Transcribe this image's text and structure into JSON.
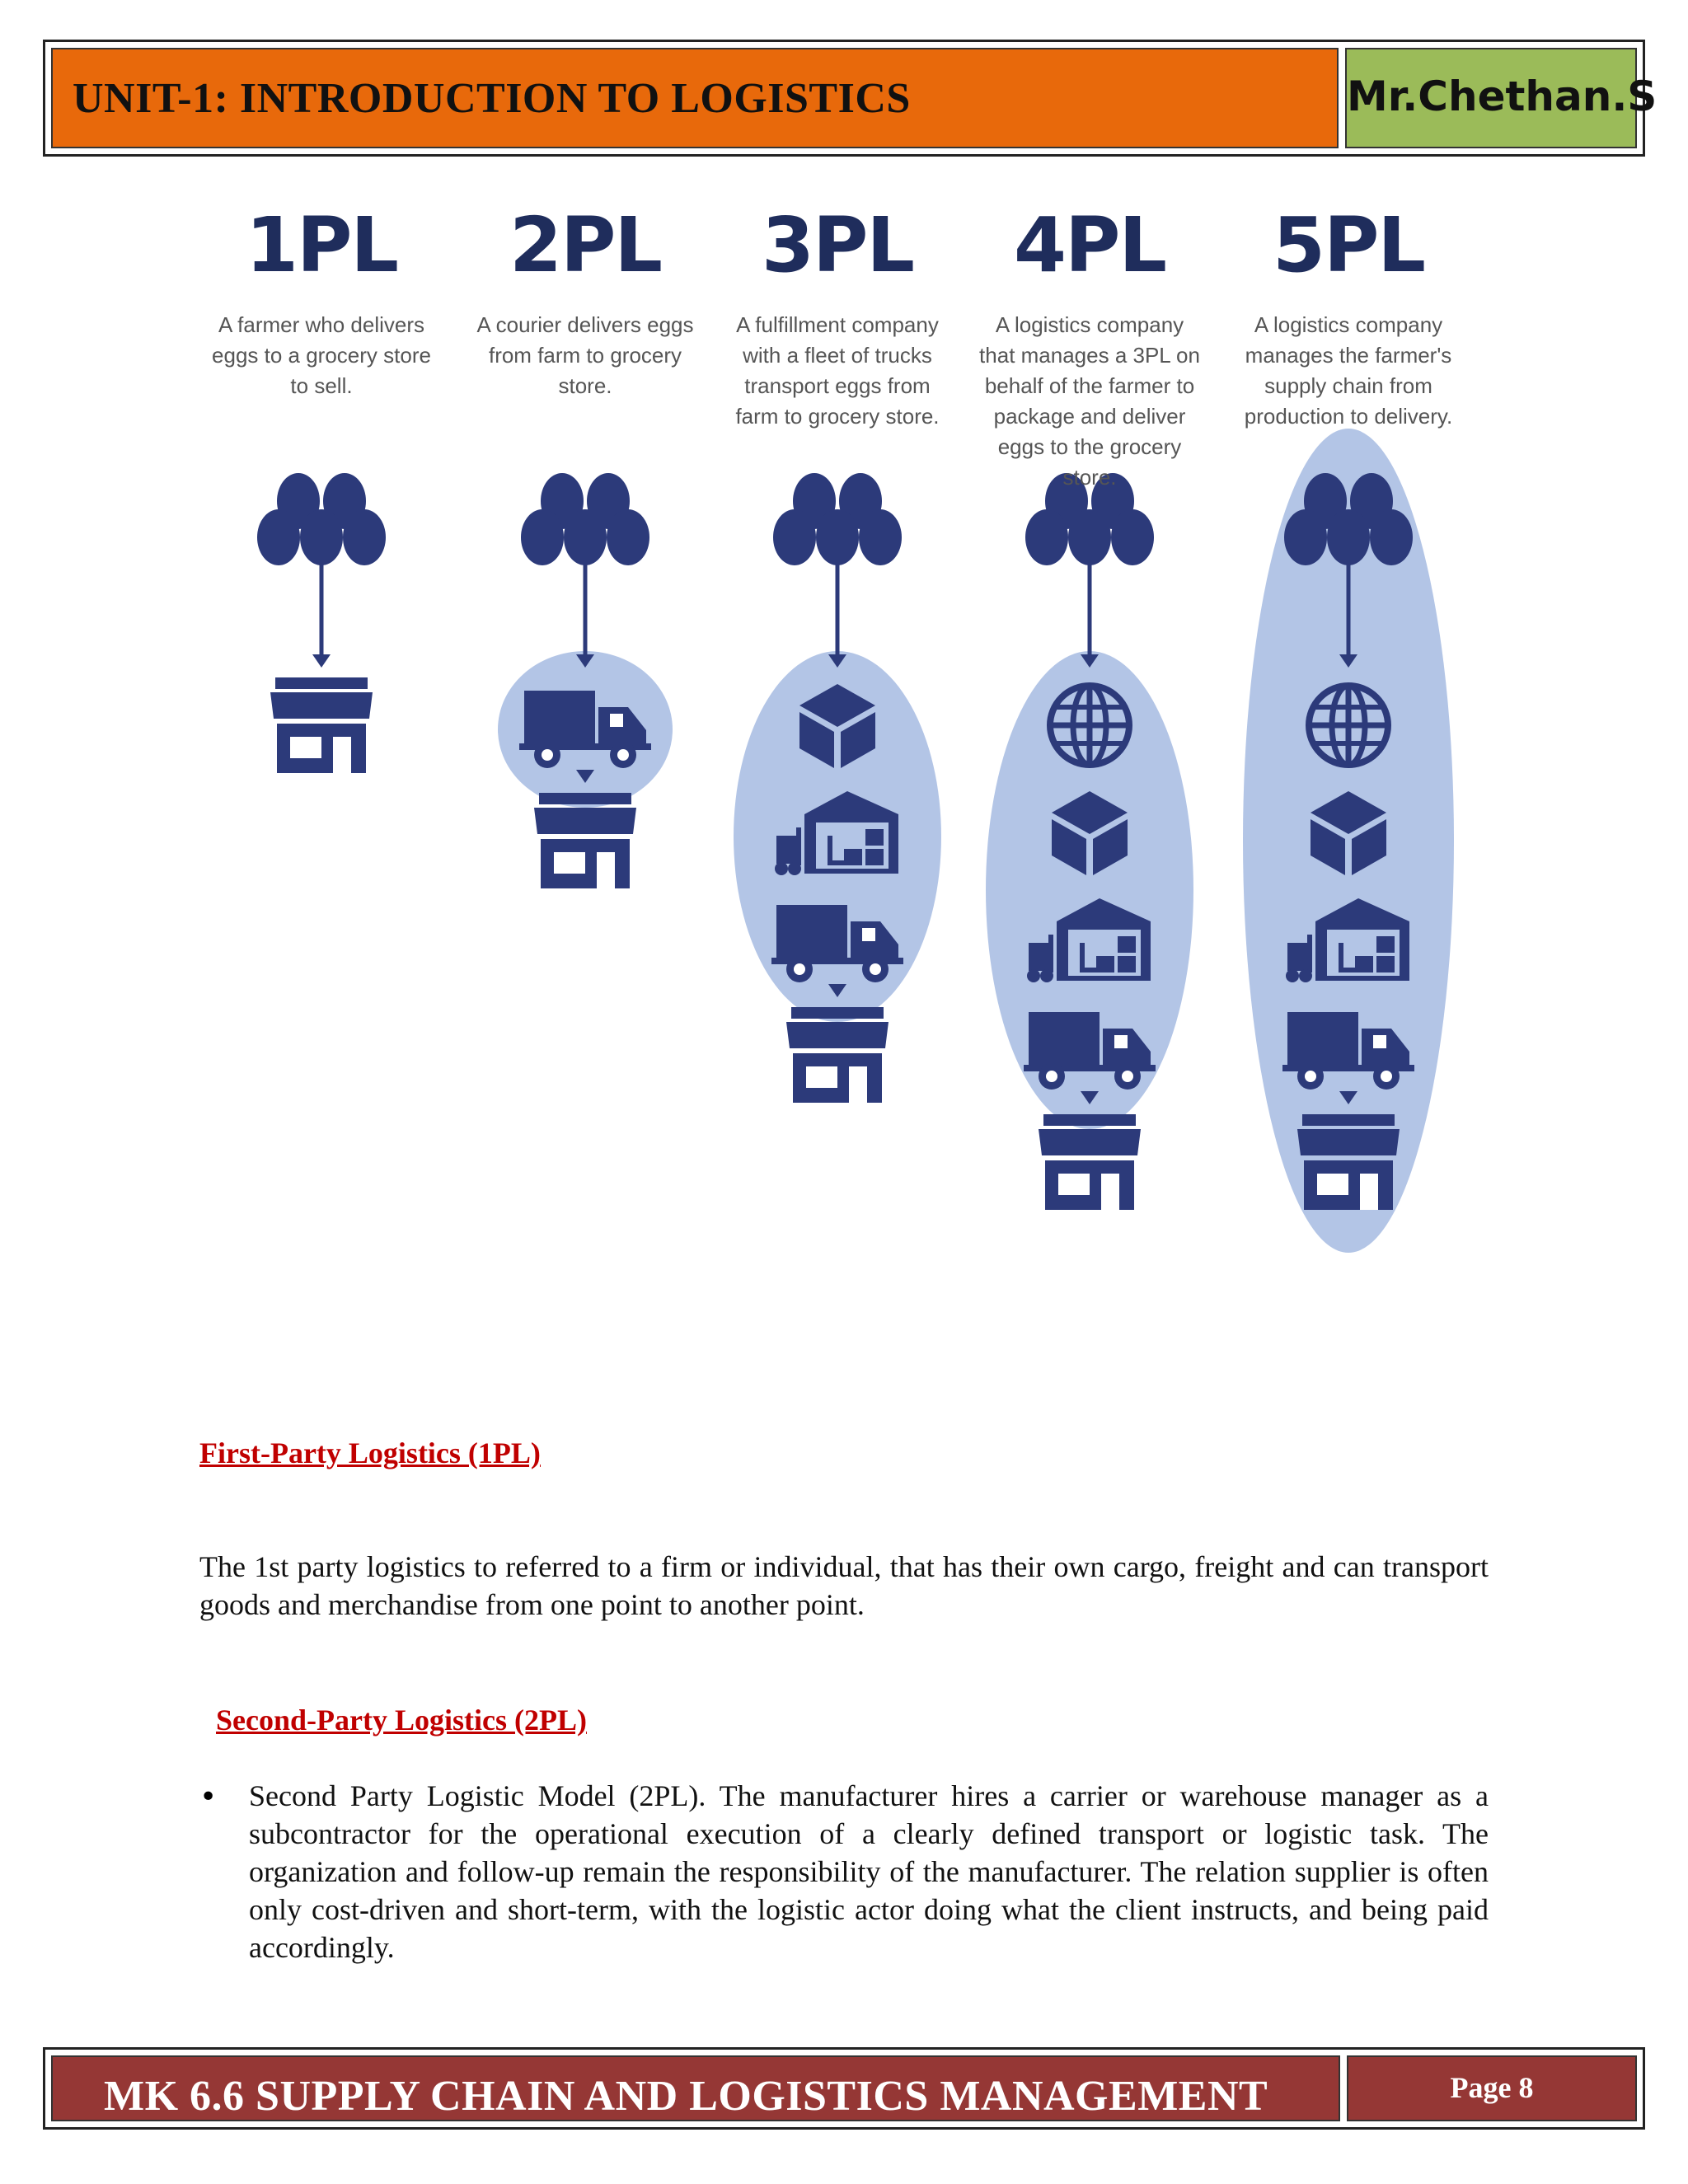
{
  "header": {
    "title": "UNIT-1: INTRODUCTION TO LOGISTICS",
    "author": "Mr.Chethan.S"
  },
  "infographic": {
    "colors": {
      "dark": "#2c3a7a",
      "bubble": "#b3c5e6",
      "text": "#555555",
      "title": "#1f2d5c"
    },
    "columns": [
      {
        "title": "1PL",
        "desc": [
          "A farmer who delivers",
          "eggs to a grocery store",
          "to sell."
        ],
        "steps": [
          "eggs-icon",
          "store-icon"
        ]
      },
      {
        "title": "2PL",
        "desc": [
          "A courier delivers eggs",
          "from farm to grocery",
          "store."
        ],
        "steps": [
          "eggs-icon",
          "truck-icon",
          "store-icon"
        ]
      },
      {
        "title": "3PL",
        "desc": [
          "A fulfillment company",
          "with a fleet of trucks",
          "transport eggs from",
          "farm to grocery store."
        ],
        "steps": [
          "eggs-icon",
          "box-icon",
          "warehouse-icon",
          "truck-icon",
          "store-icon"
        ]
      },
      {
        "title": "4PL",
        "desc": [
          "A logistics company",
          "that manages a 3PL on",
          "behalf of the farmer to",
          "package and deliver",
          "eggs to the grocery",
          "store."
        ],
        "steps": [
          "eggs-icon",
          "globe-icon",
          "box-icon",
          "warehouse-icon",
          "truck-icon",
          "store-icon"
        ]
      },
      {
        "title": "5PL",
        "desc": [
          "A logistics company",
          "manages the farmer's",
          "supply chain from",
          "production to delivery."
        ],
        "steps": [
          "eggs-icon",
          "globe-icon",
          "box-icon",
          "warehouse-icon",
          "truck-icon",
          "store-icon"
        ]
      }
    ]
  },
  "sections": {
    "first_heading": "First-Party Logistics (1PL)",
    "first_para": "The 1st party logistics to referred to a firm or individual, that has their own cargo, freight and can transport goods and merchandise from one point to another point.",
    "second_heading": "Second-Party Logistics (2PL)",
    "second_bullet": "Second Party Logistic Model (2PL). The manufacturer hires a carrier or warehouse manager as a subcontractor for the operational execution of a clearly defined transport or logistic task. The organization and follow-up remain the responsibility of the manufacturer. The relation supplier is often only cost-driven and short-term, with the logistic actor doing what the client instructs, and being paid accordingly."
  },
  "footer": {
    "title": "MK 6.6 SUPPLY CHAIN AND LOGISTICS MANAGEMENT",
    "page": "Page 8"
  }
}
